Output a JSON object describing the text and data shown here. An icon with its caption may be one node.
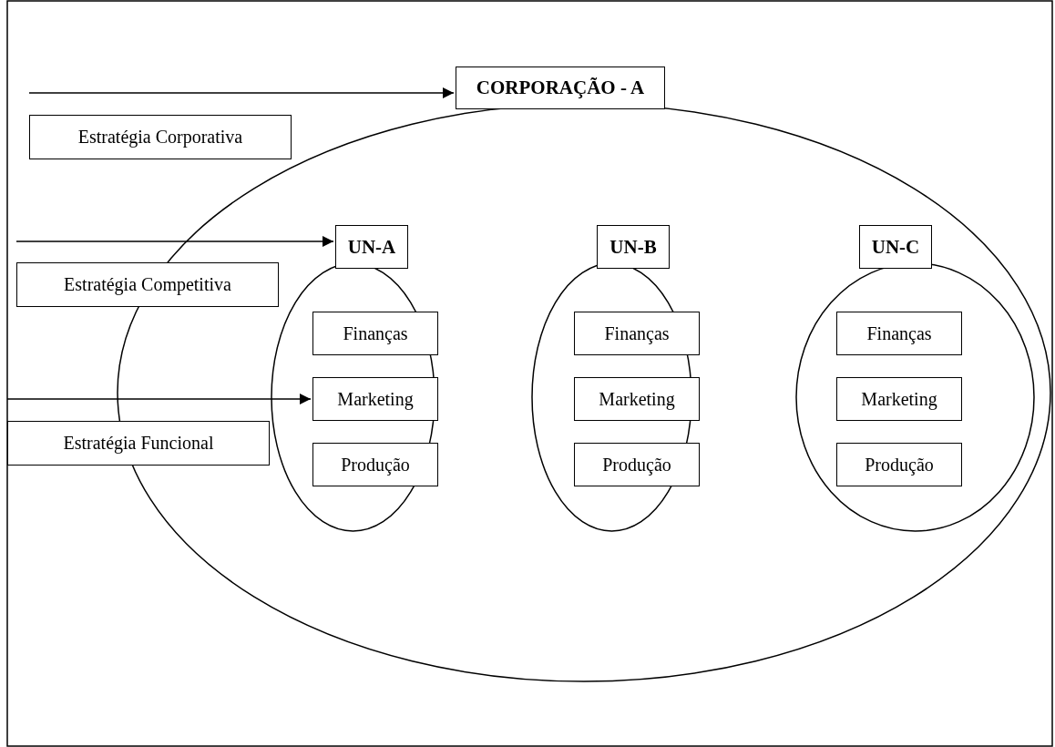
{
  "diagram": {
    "nodes": [
      {
        "text": [
          "CORPORAÇÃO - A"
        ]
      },
      {
        "text": [
          "Estratégia Corporativa"
        ]
      },
      {
        "text": [
          "Estratégia Competitiva"
        ]
      },
      {
        "text": [
          "UN-A"
        ],
        "in": 0
      },
      {
        "text": [
          "Finanças"
        ],
        "in": 3
      },
      {
        "text": [
          "Marketing"
        ],
        "in": 3
      },
      {
        "text": [
          "Produção"
        ],
        "in": 3
      },
      {
        "text": [
          "UN-B"
        ],
        "in": 0
      },
      {
        "text": [
          "Finanças"
        ],
        "in": 7
      },
      {
        "text": [
          "Marketing"
        ],
        "in": 7
      },
      {
        "text": [
          "Produção"
        ],
        "in": 7
      },
      {
        "text": [
          "UN-C"
        ],
        "in": 0
      },
      {
        "text": [
          "Finanças"
        ],
        "in": 11
      },
      {
        "text": [
          "Marketing"
        ],
        "in": 11
      },
      {
        "text": [
          "Produção"
        ],
        "in": 11
      },
      {
        "text": [
          "Estratégia Funcional"
        ]
      }
    ],
    "edges": [
      {
        "from": null,
        "to": 0,
        "arrow": "to"
      },
      {
        "from": null,
        "to": 3,
        "arrow": "to"
      },
      {
        "from": null,
        "to": 5,
        "arrow": "to"
      }
    ]
  }
}
